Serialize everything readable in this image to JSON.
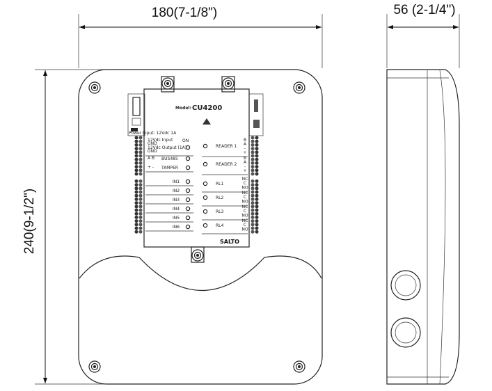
{
  "dimensions": {
    "width": "180(7-1/8\")",
    "height": "240(9-1/2\")",
    "depth": "56 (2-1/4\")"
  },
  "module": {
    "model_prefix": "Model:",
    "model": "CU4200",
    "power_input": "Power Input: 12Vdc 1A",
    "on_label": "ON",
    "left_rows": [
      {
        "label": "12Vdc Input",
        "sub": "GND"
      },
      {
        "label": "12Vdc Output (1A)",
        "sub": "GND"
      },
      {
        "label": "BUS485",
        "pins": "A B"
      },
      {
        "label": "TAMPER",
        "pins": "+ -"
      },
      {
        "label": "IN1"
      },
      {
        "label": "IN2"
      },
      {
        "label": "IN3"
      },
      {
        "label": "IN4"
      },
      {
        "label": "IN5"
      },
      {
        "label": "IN6"
      }
    ],
    "right_rows": [
      {
        "label": "READER 1",
        "pins": [
          "B",
          "A",
          "-",
          "+"
        ]
      },
      {
        "label": "READER 2",
        "pins": [
          "B",
          "A",
          "-",
          "+"
        ]
      },
      {
        "label": "RL1",
        "pins": [
          "NC",
          "C",
          "NO"
        ]
      },
      {
        "label": "RL2",
        "pins": [
          "NC",
          "C",
          "NO"
        ]
      },
      {
        "label": "RL3",
        "pins": [
          "NC",
          "C",
          "NO"
        ]
      },
      {
        "label": "RL4",
        "pins": [
          "NC",
          "C",
          "NO"
        ]
      }
    ],
    "brand": "SALTO"
  }
}
